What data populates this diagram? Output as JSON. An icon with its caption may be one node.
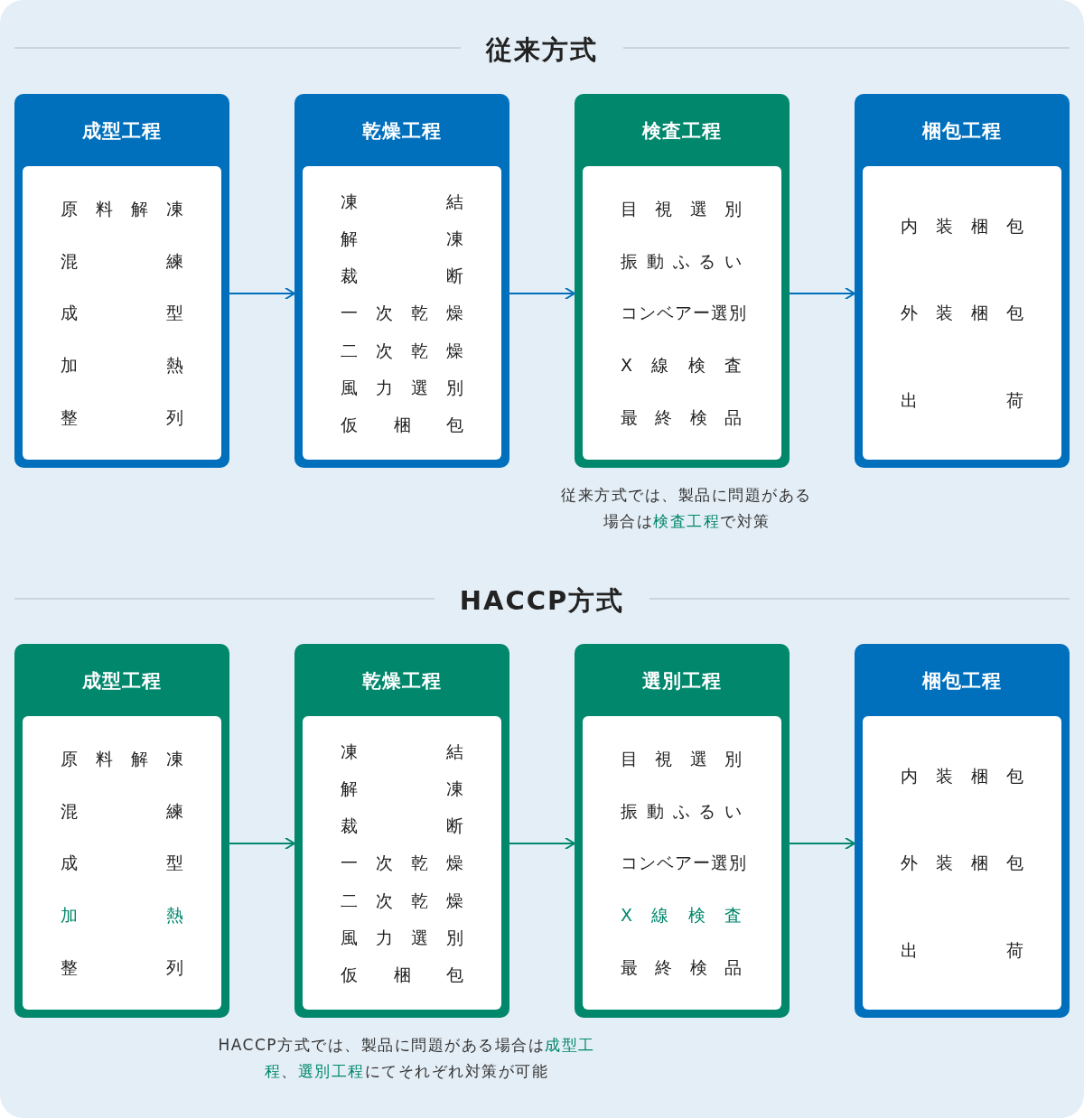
{
  "diagram": {
    "nodes": [
      {
        "text": [
          "成型工程",
          "原料解凍",
          "混練",
          "成型",
          "加熱",
          "整列"
        ]
      },
      {
        "text": [
          "乾燥工程",
          "凍結",
          "解凍",
          "裁断",
          "一次乾燥",
          "二次乾燥",
          "風力選別",
          "仮梱包"
        ]
      },
      {
        "text": [
          "検査工程",
          "目視選別",
          "振動ふるい",
          "コンベアー選別",
          "X線検査",
          "最終検品"
        ]
      },
      {
        "text": [
          "梱包工程",
          "内装梱包",
          "外装梱包",
          "出荷"
        ]
      },
      {
        "text": [
          "成型工程",
          "原料解凍",
          "混練",
          "成型",
          "加熱",
          "整列"
        ]
      },
      {
        "text": [
          "乾燥工程",
          "凍結",
          "解凍",
          "裁断",
          "一次乾燥",
          "二次乾燥",
          "風力選別",
          "仮梱包"
        ]
      },
      {
        "text": [
          "選別工程",
          "目視選別",
          "振動ふるい",
          "コンベアー選別",
          "X線検査",
          "最終検品"
        ]
      },
      {
        "text": [
          "梱包工程",
          "内装梱包",
          "外装梱包",
          "出荷"
        ]
      }
    ],
    "edges": [
      {
        "from": 0,
        "to": 1,
        "arrow": "to"
      },
      {
        "from": 1,
        "to": 2,
        "arrow": "to"
      },
      {
        "from": 2,
        "to": 3,
        "arrow": "to"
      },
      {
        "from": 4,
        "to": 5,
        "arrow": "to",
        "color": "#00876c"
      },
      {
        "from": 5,
        "to": 6,
        "arrow": "to",
        "color": "#00876c"
      },
      {
        "from": 6,
        "to": 7,
        "arrow": "to",
        "color": "#00876c"
      }
    ],
    "labels": [
      "従来方式",
      "従来方式では、製品に問題がある場合は**検査工程**で対策",
      "HACCP方式",
      "HACCP方式では、製品に問題がある場合は**成型工程**、**選別工程**にてそれぞれ対策が可能"
    ]
  }
}
